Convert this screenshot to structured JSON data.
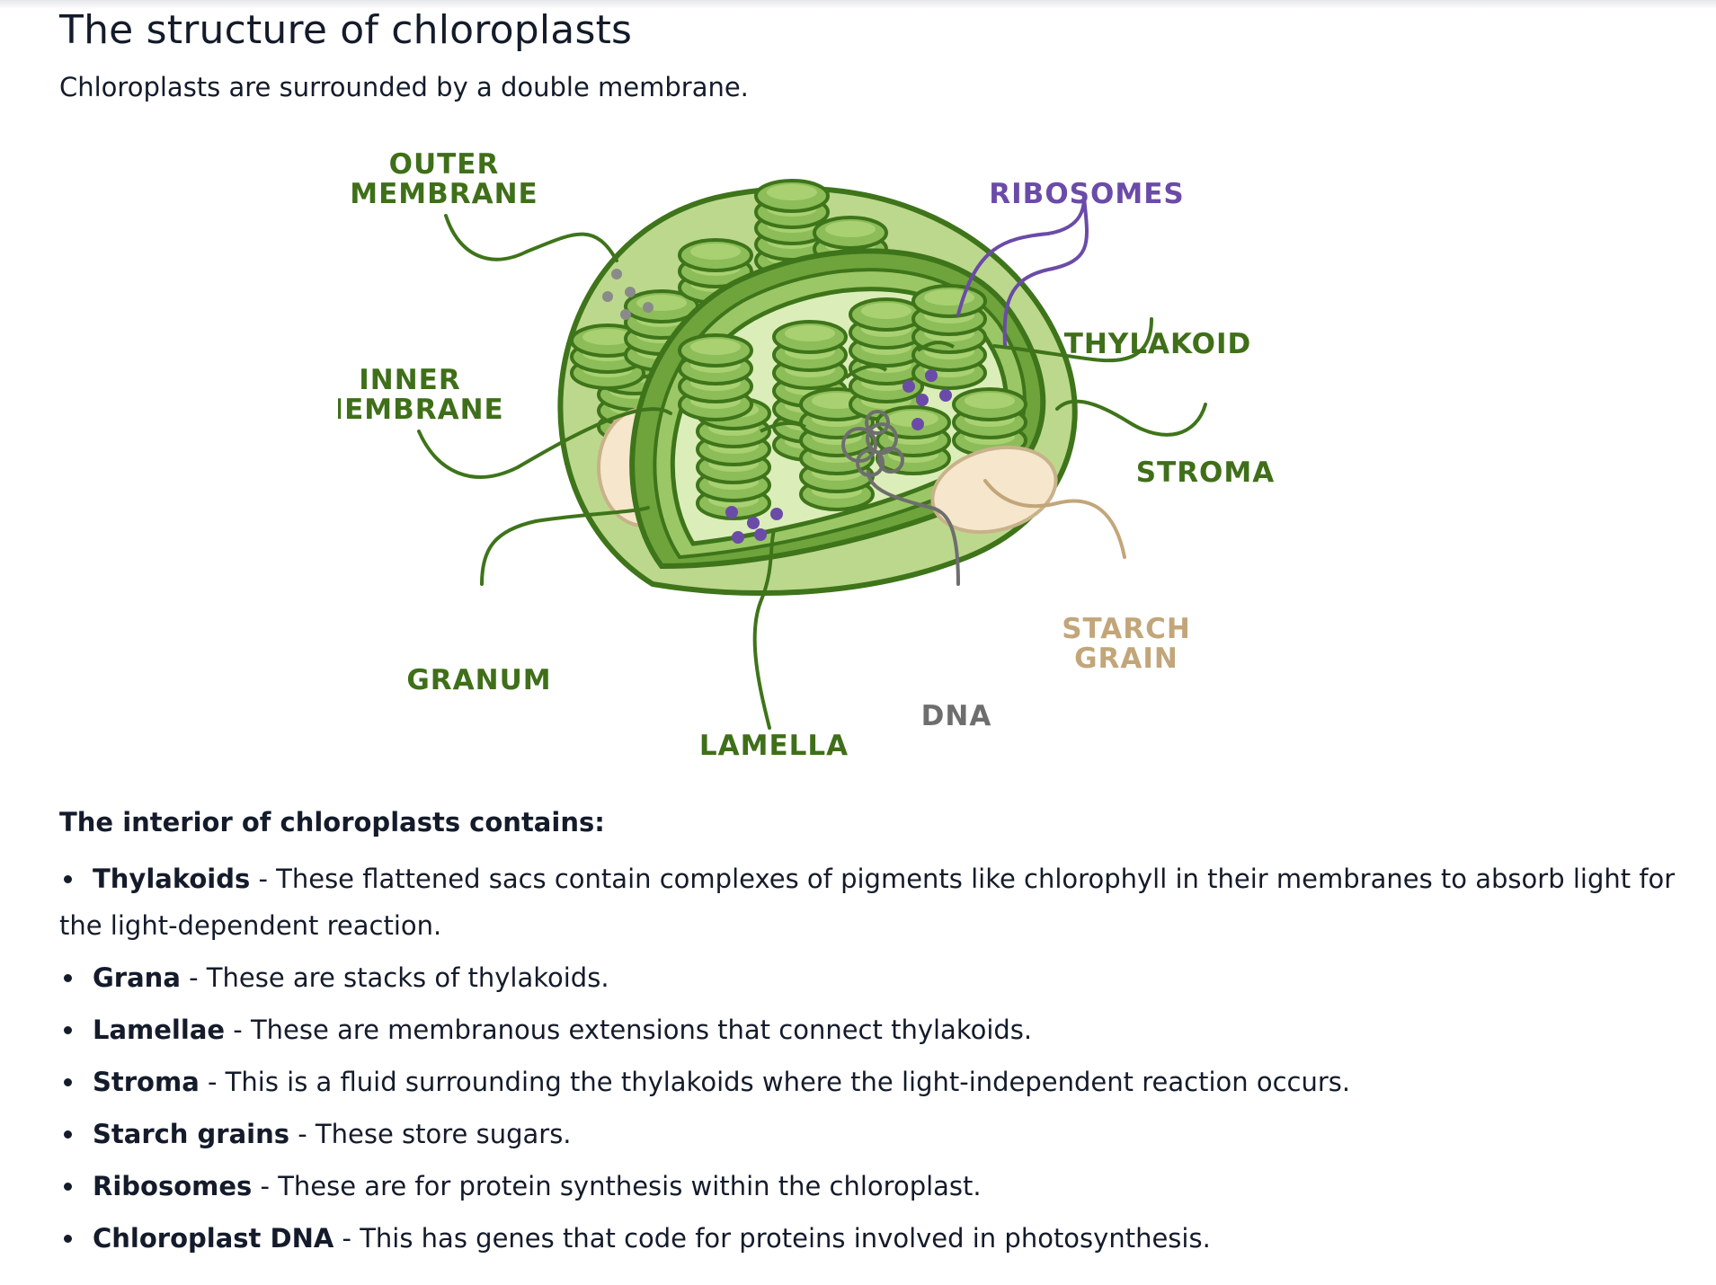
{
  "page": {
    "title": "The structure of chloroplasts",
    "subtitle": "Chloroplasts are surrounded by a double membrane."
  },
  "diagram": {
    "labels": {
      "outer_membrane_1": "OUTER",
      "outer_membrane_2": "MEMBRANE",
      "inner_membrane_1": "INNER",
      "inner_membrane_2": "MEMBRANE",
      "granum": "GRANUM",
      "lamella": "LAMELLA",
      "dna": "DNA",
      "ribosomes": "RIBOSOMES",
      "thylakoid": "THYLAKOID",
      "stroma": "STROMA",
      "starch_grain_1": "STARCH",
      "starch_grain_2": "GRAIN"
    },
    "colors": {
      "green_label": "#3f6f19",
      "purple_label": "#6b4ba8",
      "tan_label": "#c2a67a",
      "gray_label": "#6e6e6e",
      "outline": "#3e741a",
      "thylakoid_fill": "#8dbd58",
      "stroma_fill": "#dbedb8",
      "outer_fill": "#bcd88d",
      "starch_fill": "#f5e6cc"
    }
  },
  "section": {
    "heading": "The interior of chloroplasts contains:",
    "items": [
      {
        "term": "Thylakoids",
        "desc": " - These flattened sacs contain complexes of pigments like chlorophyll in their membranes to absorb light for the light-dependent reaction."
      },
      {
        "term": "Grana",
        "desc": " - These are stacks of thylakoids."
      },
      {
        "term": "Lamellae",
        "desc": " - These are membranous extensions that connect thylakoids."
      },
      {
        "term": "Stroma",
        "desc": " - This is a fluid surrounding the thylakoids where the light-independent reaction occurs."
      },
      {
        "term": "Starch grains",
        "desc": " - These store sugars."
      },
      {
        "term": "Ribosomes",
        "desc": " - These are for protein synthesis within the chloroplast."
      },
      {
        "term": "Chloroplast DNA",
        "desc": " - This has genes that code for proteins involved in photosynthesis."
      }
    ]
  }
}
